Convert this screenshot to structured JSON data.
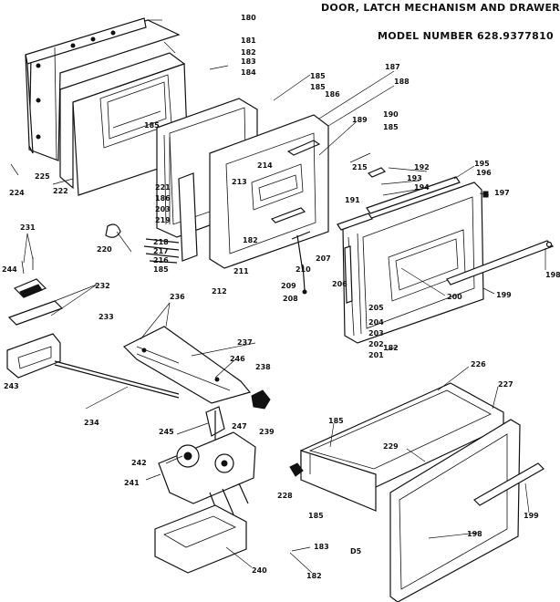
{
  "header": {
    "title": "DOOR, LATCH MECHANISM AND DRAWER",
    "model": "MODEL NUMBER 628.9377810"
  },
  "callouts": [
    {
      "label": "180"
    },
    {
      "label": "181"
    },
    {
      "label": "182"
    },
    {
      "label": "183"
    },
    {
      "label": "184"
    },
    {
      "label": "185"
    },
    {
      "label": "185"
    },
    {
      "label": "186"
    },
    {
      "label": "187"
    },
    {
      "label": "188"
    },
    {
      "label": "189"
    },
    {
      "label": "190"
    },
    {
      "label": "185"
    },
    {
      "label": "192"
    },
    {
      "label": "193"
    },
    {
      "label": "194"
    },
    {
      "label": "195"
    },
    {
      "label": "196"
    },
    {
      "label": "197"
    },
    {
      "label": "198"
    },
    {
      "label": "199"
    },
    {
      "label": "200"
    },
    {
      "label": "201"
    },
    {
      "label": "202"
    },
    {
      "label": "203"
    },
    {
      "label": "204"
    },
    {
      "label": "205"
    },
    {
      "label": "206"
    },
    {
      "label": "207"
    },
    {
      "label": "208"
    },
    {
      "label": "209"
    },
    {
      "label": "210"
    },
    {
      "label": "211"
    },
    {
      "label": "212"
    },
    {
      "label": "213"
    },
    {
      "label": "214"
    },
    {
      "label": "215"
    },
    {
      "label": "191"
    },
    {
      "label": "182"
    },
    {
      "label": "182"
    },
    {
      "label": "221"
    },
    {
      "label": "186"
    },
    {
      "label": "203"
    },
    {
      "label": "219"
    },
    {
      "label": "218"
    },
    {
      "label": "217"
    },
    {
      "label": "216"
    },
    {
      "label": "185"
    },
    {
      "label": "220"
    },
    {
      "label": "222"
    },
    {
      "label": "224"
    },
    {
      "label": "225"
    },
    {
      "label": "185"
    },
    {
      "label": "231"
    },
    {
      "label": "244"
    },
    {
      "label": "232"
    },
    {
      "label": "233"
    },
    {
      "label": "243"
    },
    {
      "label": "234"
    },
    {
      "label": "236"
    },
    {
      "label": "237"
    },
    {
      "label": "246"
    },
    {
      "label": "238"
    },
    {
      "label": "247"
    },
    {
      "label": "239"
    },
    {
      "label": "245"
    },
    {
      "label": "242"
    },
    {
      "label": "241"
    },
    {
      "label": "240"
    },
    {
      "label": "183"
    },
    {
      "label": "182"
    },
    {
      "label": "226"
    },
    {
      "label": "227"
    },
    {
      "label": "185"
    },
    {
      "label": "229"
    },
    {
      "label": "228"
    },
    {
      "label": "185"
    },
    {
      "label": "198"
    },
    {
      "label": "199"
    },
    {
      "label": "D5"
    }
  ]
}
